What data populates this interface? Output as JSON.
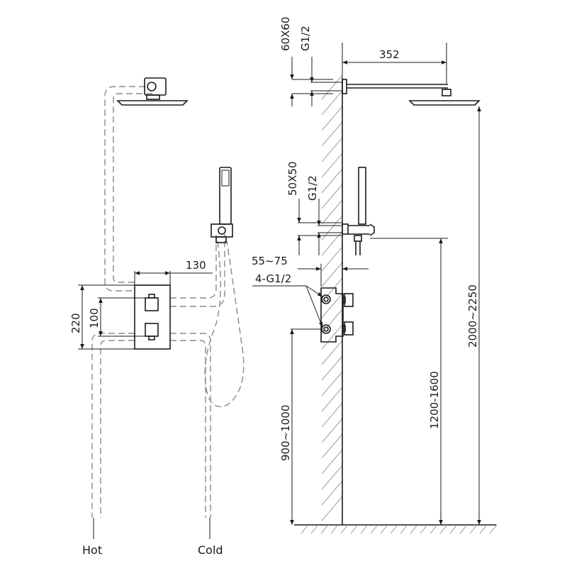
{
  "labels": {
    "hot": "Hot",
    "cold": "Cold"
  },
  "dimensions": {
    "width_130": "130",
    "height_220": "220",
    "height_100": "100",
    "arm_352": "352",
    "flange_60x60": "60X60",
    "thread_g12_top": "G1/2",
    "flange_50x50": "50X50",
    "thread_g12_mid": "G1/2",
    "depth_55_75": "55~75",
    "inlets_4_g12": "4-G1/2",
    "height_900_1000": "900~1000",
    "height_1200_1600": "1200-1600",
    "height_2000_2250": "2000~2250"
  }
}
